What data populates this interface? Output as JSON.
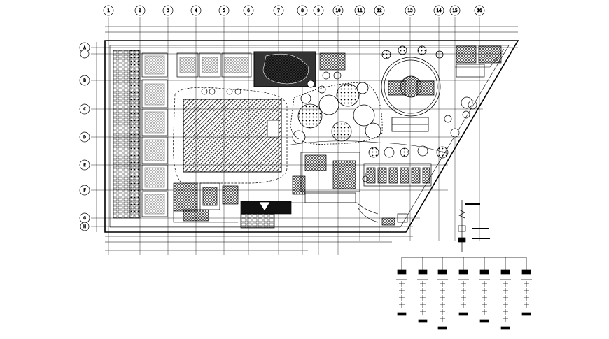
{
  "grid": {
    "columns": [
      "1",
      "2",
      "3",
      "4",
      "5",
      "6",
      "7",
      "8",
      "9",
      "10",
      "11",
      "12",
      "13",
      "14",
      "15",
      "16"
    ],
    "rows": [
      "A",
      "B",
      "C",
      "D",
      "E",
      "F",
      "G",
      "H"
    ]
  },
  "colors": {
    "line": "#000000",
    "background": "#ffffff"
  }
}
